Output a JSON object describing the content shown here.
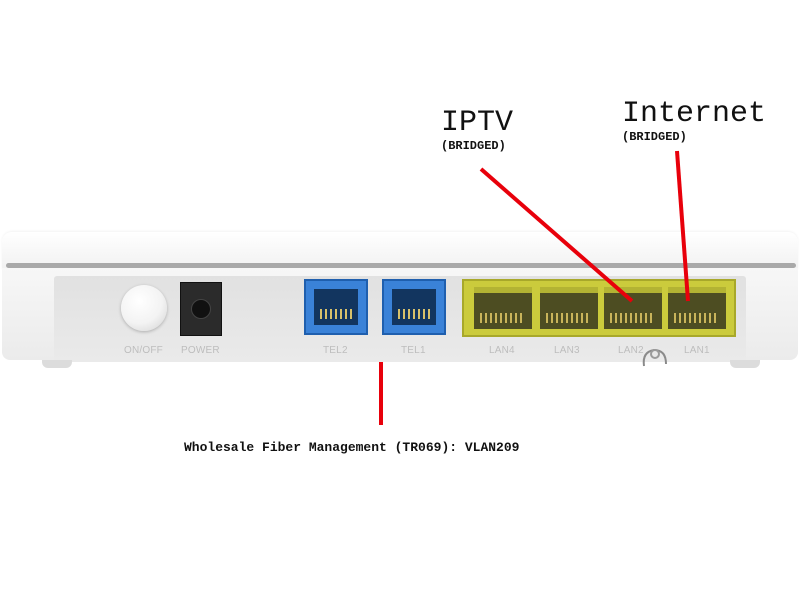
{
  "annotations": {
    "iptv": {
      "title": "IPTV",
      "subtitle": "(BRIDGED)"
    },
    "internet": {
      "title": "Internet",
      "subtitle": "(BRIDGED)"
    },
    "management": "Wholesale Fiber Management (TR069): VLAN209"
  },
  "ports": {
    "onoff": "ON/OFF",
    "power": "POWER",
    "tel2": "TEL2",
    "tel1": "TEL1",
    "lan4": "LAN4",
    "lan3": "LAN3",
    "lan2": "LAN2",
    "lan1": "LAN1"
  },
  "colors": {
    "arrow": "#e8000b",
    "tel_port": "#3a82d8",
    "lan_port": "#cbcb3c"
  }
}
